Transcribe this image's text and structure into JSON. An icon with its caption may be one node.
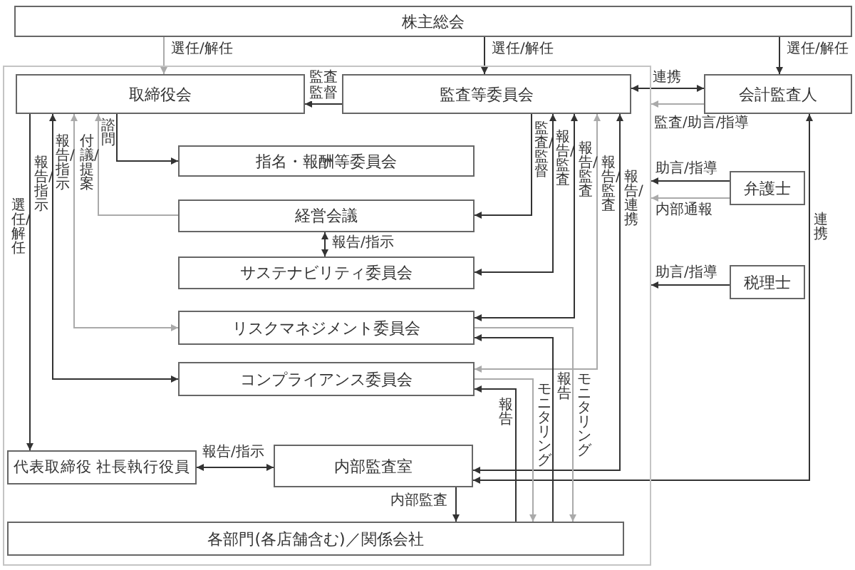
{
  "diagram": {
    "nodes": [
      {
        "text": [
          "株主総会"
        ]
      },
      {
        "text": [],
        "shape": "box"
      },
      {
        "text": [
          "取締役会"
        ],
        "in": 1
      },
      {
        "text": [
          "監査等委員会"
        ],
        "in": 1
      },
      {
        "text": [
          "会計監査人"
        ]
      },
      {
        "text": [
          "指名・報酬等委員会"
        ],
        "in": 1
      },
      {
        "text": [
          "経営会議"
        ],
        "in": 1
      },
      {
        "text": [
          "サステナビリティ委員会"
        ],
        "in": 1
      },
      {
        "text": [
          "弁護士"
        ]
      },
      {
        "text": [
          "税理士"
        ]
      },
      {
        "text": [
          "リスクマネジメント委員会"
        ],
        "in": 1
      },
      {
        "text": [
          "コンプライアンス委員会"
        ],
        "in": 1
      },
      {
        "text": [
          "代表取締役 社長執行役員"
        ],
        "in": 1
      },
      {
        "text": [
          "内部監査室"
        ],
        "in": 1
      },
      {
        "text": [
          "各部門(各店舗含む)／関係会社"
        ],
        "in": 1
      }
    ],
    "edges": [
      {
        "from": 0,
        "to": 2,
        "arrow": "to",
        "label": "選任/解任",
        "color": "#aaaaaa"
      },
      {
        "from": 0,
        "to": 3,
        "arrow": "to",
        "label": "選任/解任"
      },
      {
        "from": 0,
        "to": 4,
        "arrow": "to",
        "label": "選任/解任"
      },
      {
        "from": 3,
        "to": 2,
        "arrow": "to",
        "label": "監査監督"
      },
      {
        "from": 3,
        "to": 4,
        "arrow": "both",
        "label": "連携"
      },
      {
        "from": 4,
        "to": 1,
        "arrow": "to",
        "label": "監査/助言/指導",
        "color": "#aaaaaa"
      },
      {
        "from": 8,
        "to": 1,
        "arrow": "to",
        "label": "助言/指導"
      },
      {
        "from": 8,
        "to": 1,
        "arrow": "to",
        "label": "内部通報",
        "color": "#aaaaaa"
      },
      {
        "from": 9,
        "to": 1,
        "arrow": "to",
        "label": "助言/指導"
      },
      {
        "from": 2,
        "to": 5,
        "arrow": "to",
        "label": "諮問"
      },
      {
        "from": 6,
        "to": 2,
        "arrow": "to",
        "label": "付議/提案",
        "color": "#aaaaaa"
      },
      {
        "from": 6,
        "to": 7,
        "arrow": "both",
        "label": "報告/指示"
      },
      {
        "from": 2,
        "to": 12,
        "arrow": "to",
        "label": "選任/解任"
      },
      {
        "from": 2,
        "to": 11,
        "arrow": "both",
        "label": "報告/指示"
      },
      {
        "from": 2,
        "to": 10,
        "arrow": "both",
        "label": "報告/指示",
        "color": "#aaaaaa"
      },
      {
        "from": 12,
        "to": 13,
        "arrow": "both",
        "label": "報告/指示"
      },
      {
        "from": 3,
        "to": 6,
        "arrow": "to",
        "label": "監査/監督"
      },
      {
        "from": 3,
        "to": 7,
        "arrow": "both",
        "label": "報告/監査"
      },
      {
        "from": 3,
        "to": 10,
        "arrow": "both",
        "label": "報告/監査"
      },
      {
        "from": 3,
        "to": 11,
        "arrow": "both",
        "label": "報告/監査",
        "color": "#aaaaaa"
      },
      {
        "from": 3,
        "to": 13,
        "arrow": "both",
        "label": "報告/連携"
      },
      {
        "from": 4,
        "to": 13,
        "arrow": "both",
        "label": "連携"
      },
      {
        "from": 10,
        "to": 14,
        "arrow": "to",
        "label": "モニタリング",
        "color": "#aaaaaa"
      },
      {
        "from": 14,
        "to": 10,
        "arrow": "to",
        "label": "報告"
      },
      {
        "from": 11,
        "to": 14,
        "arrow": "to",
        "label": "モニタリング",
        "color": "#aaaaaa"
      },
      {
        "from": 14,
        "to": 11,
        "arrow": "to",
        "label": "報告"
      },
      {
        "from": 13,
        "to": 14,
        "arrow": "to",
        "label": "内部監査"
      }
    ]
  }
}
